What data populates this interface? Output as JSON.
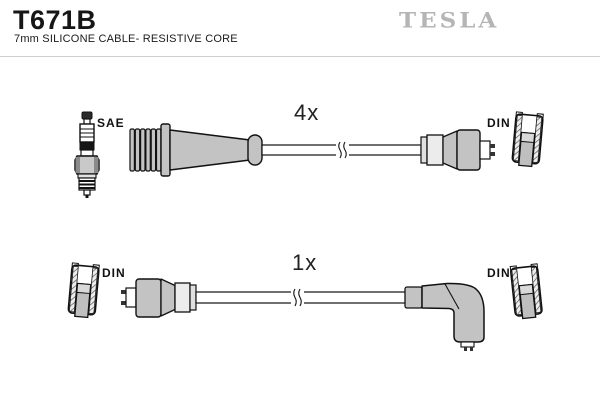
{
  "header": {
    "part_number": "T671B",
    "subtitle": "7mm SILICONE CABLE- RESISTIVE CORE",
    "brand_logo": "TESLA"
  },
  "colors": {
    "brand_gray": "#b5b5b5",
    "connector_gray": "#c3c3c3",
    "connector_light": "#ececec",
    "cap_plug_gray": "#bfbfbf",
    "divider_gray": "#cfcfcf"
  },
  "kit_items": [
    {
      "quantity": "4x",
      "left_connector_label": "SAE",
      "left_connector_icon": "spark-plug-icon",
      "left_boot_icon": "ribbed-straight-boot-icon",
      "right_connector_label": "DIN",
      "right_boot_icon": "straight-boot-icon",
      "right_connector_icon": "din-cap-icon"
    },
    {
      "quantity": "1x",
      "left_connector_label": "DIN",
      "left_connector_icon": "din-cap-icon",
      "left_boot_icon": "straight-boot-icon",
      "right_connector_label": "DIN",
      "right_boot_icon": "elbow-boot-icon",
      "right_connector_icon": "din-cap-icon"
    }
  ]
}
